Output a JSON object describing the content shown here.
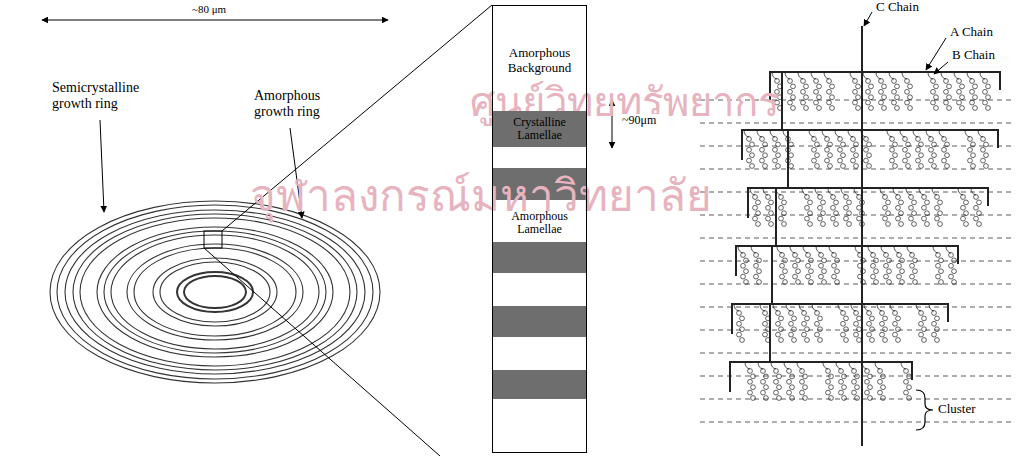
{
  "diagram": {
    "nodes": [
      {
        "text": [
          "Amorphous Background"
        ]
      },
      {
        "text": [
          "Crystalline Lamellae"
        ],
        "in": 0
      },
      {
        "text": [
          "Amorphous Lamellae"
        ],
        "in": 0
      }
    ],
    "labels": [
      "~80 μm",
      "Semicrystalline growth ring",
      "Amorphous growth ring",
      "~90μm",
      "C Chain",
      "A Chain",
      "B Chain",
      "Cluster",
      "ศูนย์วิทยทรัพยากร",
      "จุฬาลงกรณ์มหาวิทยาลัย"
    ]
  }
}
